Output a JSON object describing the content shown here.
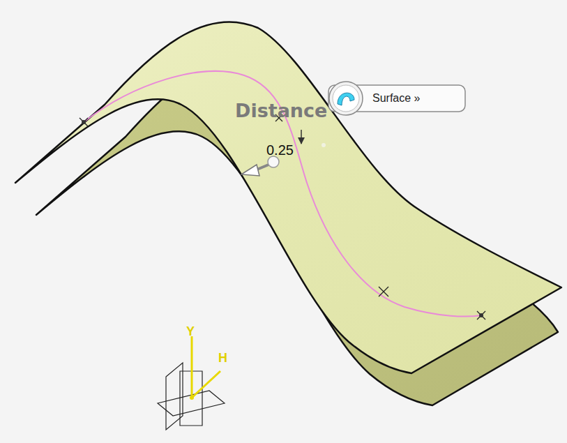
{
  "diagram": {
    "nodes": [
      {
        "text": [
          "Surface »"
        ]
      }
    ],
    "labels": [
      "Distance",
      "0.25",
      "Y",
      "H"
    ]
  }
}
